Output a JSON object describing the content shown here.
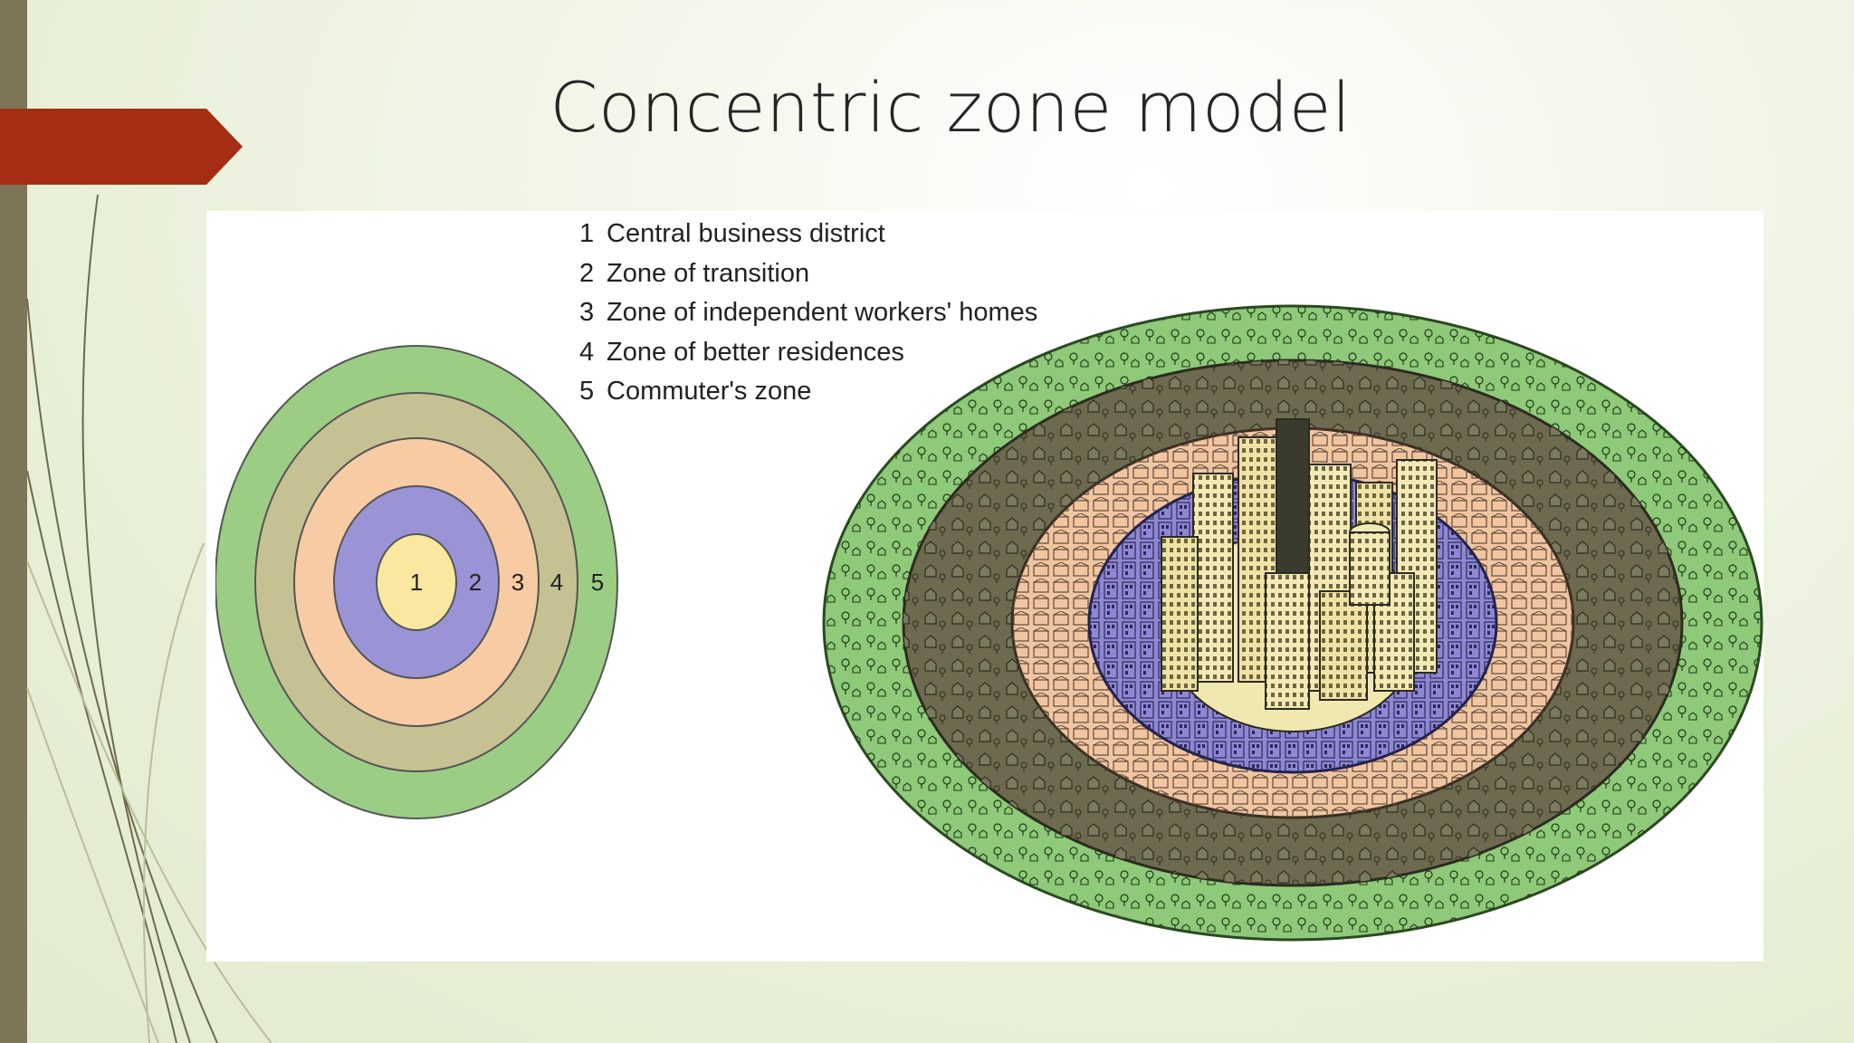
{
  "slide": {
    "title": "Concentric zone model"
  },
  "legend": [
    {
      "num": "1",
      "label": "Central business district"
    },
    {
      "num": "2",
      "label": "Zone of transition"
    },
    {
      "num": "3",
      "label": "Zone of independent workers' homes"
    },
    {
      "num": "4",
      "label": "Zone of better residences"
    },
    {
      "num": "5",
      "label": "Commuter's zone"
    }
  ],
  "ring_labels": [
    "1",
    "2",
    "3",
    "4",
    "5"
  ],
  "colors": {
    "zone1": "#fbe8a0",
    "zone2": "#9a94d6",
    "zone3": "#f7cba4",
    "zone4": "#c6c193",
    "zone5": "#9ccd85",
    "accent": "#a42d14",
    "sidebar": "#7d7557"
  }
}
